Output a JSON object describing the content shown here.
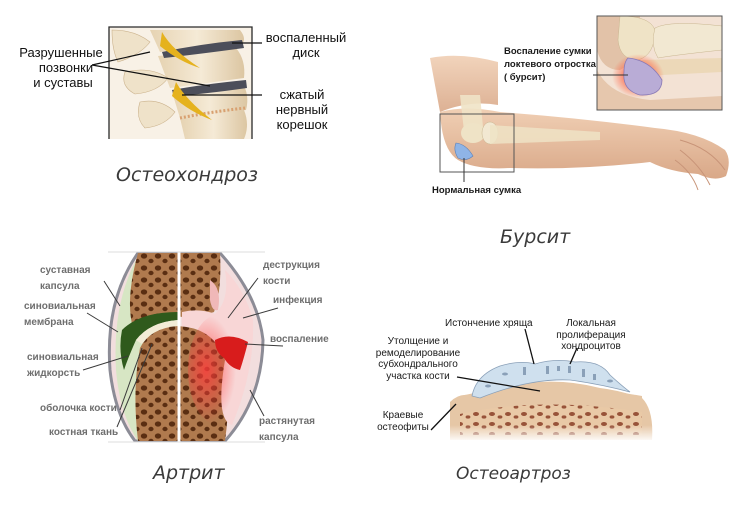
{
  "panels": {
    "osteochondrosis": {
      "caption": "Остеохондроз",
      "labels": {
        "destroyed_1": "Разрушенные",
        "destroyed_2": "позвонки",
        "destroyed_3": "и суставы",
        "inflamed_1": "воспаленный",
        "inflamed_2": "диск",
        "nerve_1": "сжатый",
        "nerve_2": "нервный",
        "nerve_3": "корешок"
      }
    },
    "bursitis": {
      "caption": "Бурсит",
      "labels": {
        "inflamed_1": "Воспаление сумки",
        "inflamed_2": "локтевого отростка",
        "inflamed_3": "( бурсит)",
        "normal": "Нормальная сумка"
      }
    },
    "arthritis": {
      "caption": "Артрит",
      "labels": {
        "capsule_1": "суставная",
        "capsule_2": "капсула",
        "membrane_1": "синовиальная",
        "membrane_2": "мембрана",
        "fluid_1": "синовиальная",
        "fluid_2": "жидкорсть",
        "periosteum": "оболочка кости",
        "bone_tissue": "костная ткань",
        "destruction_1": "деструкция",
        "destruction_2": "кости",
        "infection": "инфекция",
        "inflammation": "воспаление",
        "stretched_1": "растянутая",
        "stretched_2": "капсула"
      }
    },
    "osteoarthritis": {
      "caption": "Остеоартроз",
      "labels": {
        "thinning": "Истончение хряща",
        "prolif_1": "Локальная",
        "prolif_2": "пролиферация",
        "prolif_3": "хондроцитов",
        "thick_1": "Утолщение и",
        "thick_2": "ремоделирование",
        "thick_3": "субхондрального",
        "thick_4": "участка кости",
        "osteo_1": "Краевые",
        "osteo_2": "остеофиты"
      }
    }
  },
  "colors": {
    "bone": "#f0e2c8",
    "spongy_bone": "#8a5a35",
    "synovial_green": "#2f5a1c",
    "inflammation_red": "#d81c1c",
    "bursa_normal": "#8fb4e6",
    "bursa_inflamed": "#b9acd6",
    "cartilage": "#cfe0ee",
    "skin": "#e8c3a4"
  }
}
